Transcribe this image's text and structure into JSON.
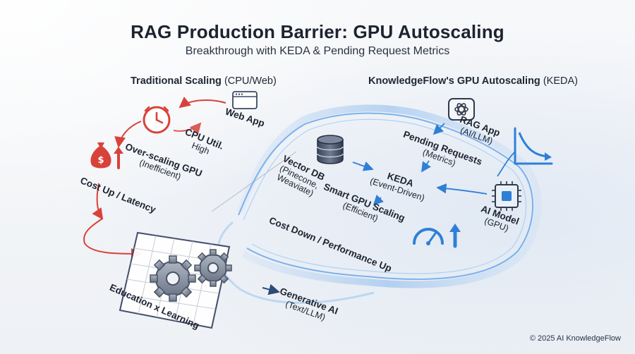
{
  "header": {
    "title": "RAG Production Barrier: GPU Autoscaling",
    "subtitle": "Breakthrough with KEDA & Pending Request Metrics"
  },
  "left_section": {
    "title_bold": "Traditional Scaling",
    "title_rest": " (CPU/Web)",
    "nodes": {
      "web_app": "Web App",
      "cpu_util": "CPU Util.",
      "cpu_high": "High",
      "overscaling": "Over-scaling GPU",
      "overscaling_sub": "(Inefficient)",
      "cost_latency": "Cost Up / Latency"
    }
  },
  "right_section": {
    "title_bold": "KnowledgeFlow's GPU Autoscaling",
    "title_rest": " (KEDA)",
    "nodes": {
      "rag_app": "RAG App",
      "rag_app_sub": "(AI/LLM)",
      "pending": "Pending Requests",
      "pending_sub": "(Metrics)",
      "vector_db": "Vector DB",
      "vector_db_sub1": "(Pinecone,",
      "vector_db_sub2": "Weaviate)",
      "keda": "KEDA",
      "keda_sub": "(Event-Driven)",
      "smart_scaling": "Smart GPU Scaling",
      "smart_scaling_sub": "(Efficient)",
      "ai_model": "AI Model",
      "ai_model_sub": "(GPU)",
      "cost_down": "Cost Down / Performance Up"
    }
  },
  "bottom": {
    "education": "Education x Learning",
    "generative": "Generative AI",
    "generative_sub": "(Text/LLM)"
  },
  "footer": {
    "copyright": "© 2025 AI KnowledgeFlow"
  },
  "colors": {
    "red_accent": "#d8423a",
    "blue_accent": "#2f7fd6",
    "dark_outline": "#2f3a4f",
    "gear_fill": "#8b95a6"
  }
}
